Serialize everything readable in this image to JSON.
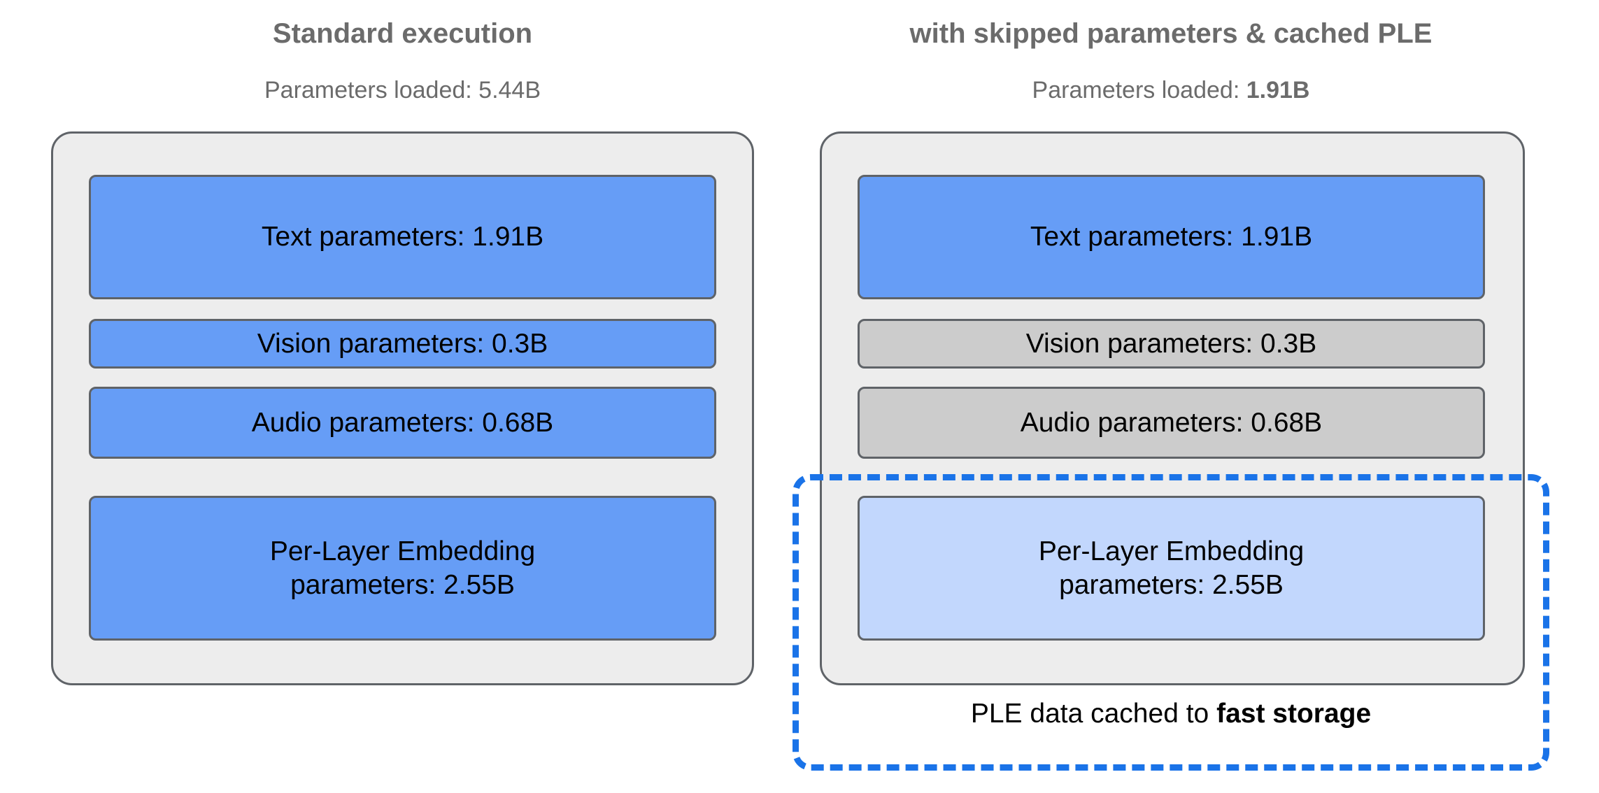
{
  "colors": {
    "active_block": "#669df6",
    "skipped_block": "#cccccc",
    "cached_block": "#c2d7fd",
    "panel_fill": "#ededed",
    "panel_stroke": "#5f6368",
    "cache_outline": "#1a73e8",
    "title_text": "#6b6b6b",
    "body_text": "#000000"
  },
  "left": {
    "title": "Standard execution",
    "subtitle_label": "Parameters loaded: ",
    "subtitle_value": "5.44B",
    "blocks": [
      {
        "label": "Text parameters: 1.91B",
        "state": "loaded"
      },
      {
        "label": "Vision parameters: 0.3B",
        "state": "loaded"
      },
      {
        "label": "Audio parameters: 0.68B",
        "state": "loaded"
      },
      {
        "label": "Per-Layer Embedding parameters: 2.55B",
        "line1": "Per-Layer Embedding",
        "line2": "parameters: 2.55B",
        "state": "loaded"
      }
    ]
  },
  "right": {
    "title": "with skipped parameters & cached PLE",
    "subtitle_label": "Parameters loaded: ",
    "subtitle_value": "1.91B",
    "blocks": [
      {
        "label": "Text parameters: 1.91B",
        "state": "loaded"
      },
      {
        "label": "Vision parameters: 0.3B",
        "state": "skipped"
      },
      {
        "label": "Audio parameters: 0.68B",
        "state": "skipped"
      },
      {
        "label": "Per-Layer Embedding parameters: 2.55B",
        "line1": "Per-Layer Embedding",
        "line2": "parameters: 2.55B",
        "state": "cached"
      }
    ],
    "cache_caption_prefix": "PLE data cached to ",
    "cache_caption_emphasis": "fast storage"
  }
}
